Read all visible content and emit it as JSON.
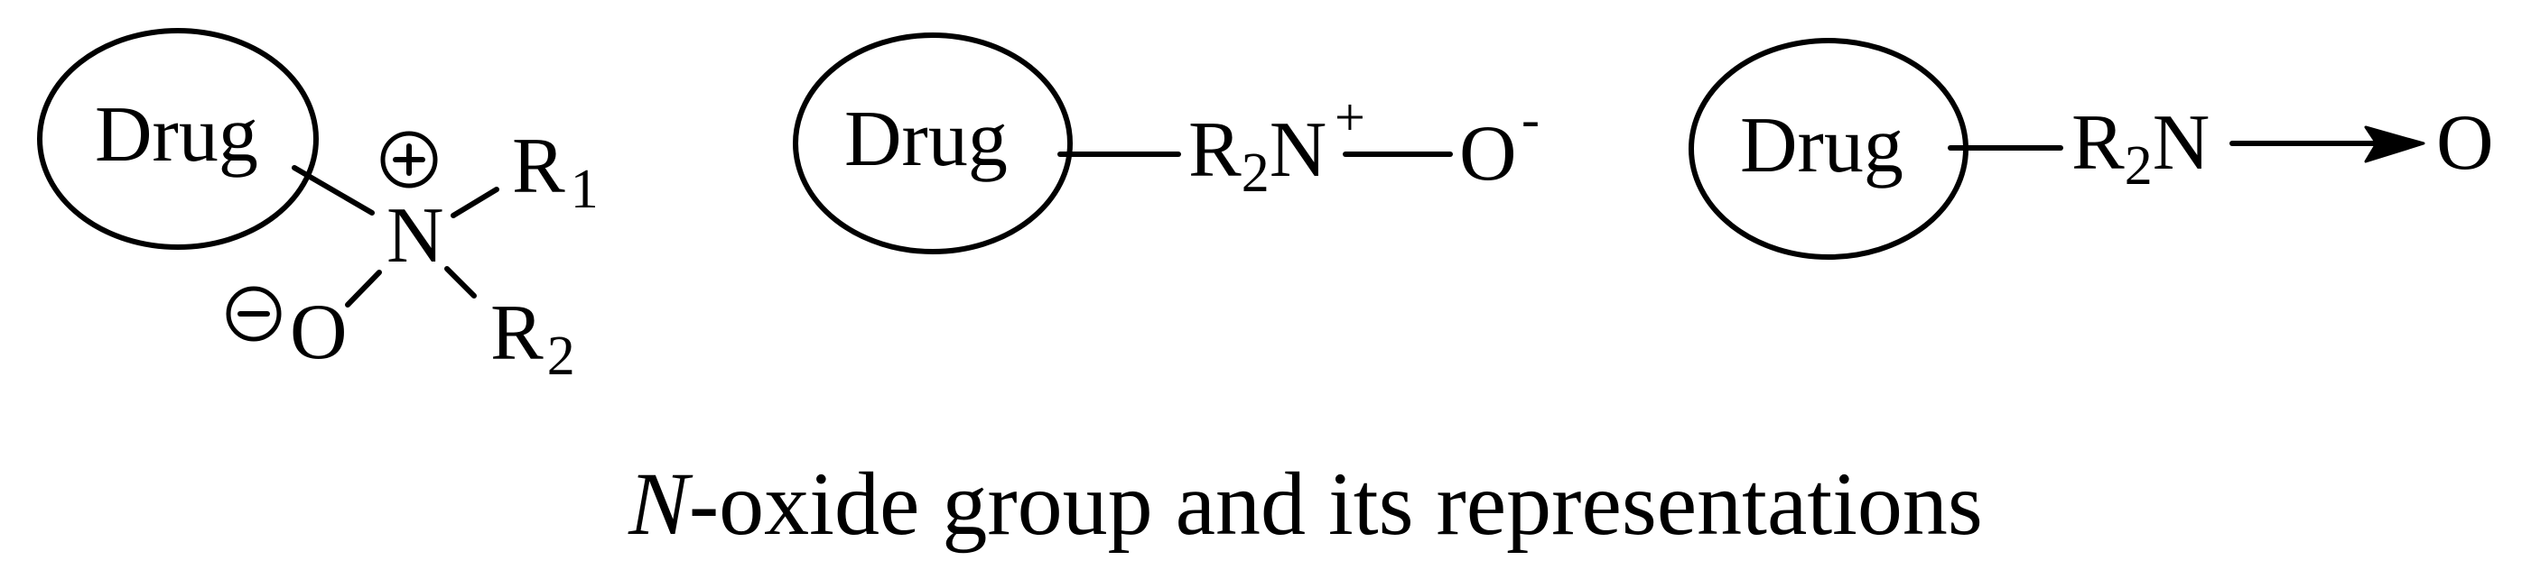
{
  "figure": {
    "caption_italic": "N",
    "caption_rest": "-oxide group and its representations",
    "colors": {
      "ink": "#000000",
      "background": "#ffffff"
    }
  },
  "structures": [
    {
      "name": "tetrahedral-representation",
      "drug_label": "Drug",
      "center_atom": "N",
      "center_charge": "+",
      "oxygen_atom": "O",
      "oxygen_charge": "−",
      "substituent_1": {
        "symbol": "R",
        "subscript": "1"
      },
      "substituent_2": {
        "symbol": "R",
        "subscript": "2"
      }
    },
    {
      "name": "charge-separated-representation",
      "drug_label": "Drug",
      "group_symbol": "R",
      "group_subscript": "2",
      "center_atom": "N",
      "center_charge": "+",
      "oxygen_atom": "O",
      "oxygen_charge": "-"
    },
    {
      "name": "dative-bond-representation",
      "drug_label": "Drug",
      "group_symbol": "R",
      "group_subscript": "2",
      "center_atom": "N",
      "bond_type": "dative arrow",
      "oxygen_atom": "O"
    }
  ]
}
